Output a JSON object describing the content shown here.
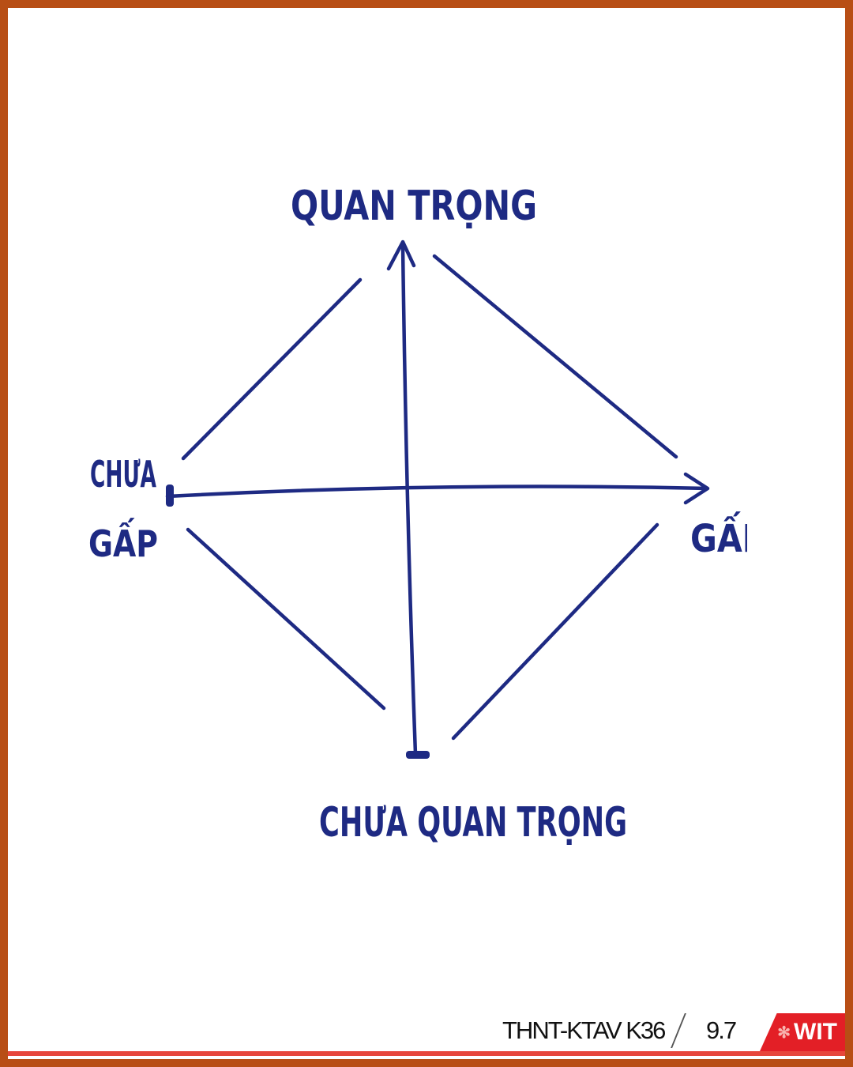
{
  "diagram": {
    "top_label": "QUAN TRỌNG",
    "bottom_label": "CHƯA QUAN TRỌNG",
    "left_label_line1": "CHƯA",
    "left_label_line2": "GẤP",
    "right_label": "GẤP",
    "stroke_color": "#1e2a83"
  },
  "footer": {
    "course": "THNT-KTAV K36",
    "page": "9.7",
    "logo": "WIT",
    "logo_icon": "gear-icon",
    "accent_color": "#e31f26"
  },
  "frame": {
    "border_color": "#b84e15"
  }
}
